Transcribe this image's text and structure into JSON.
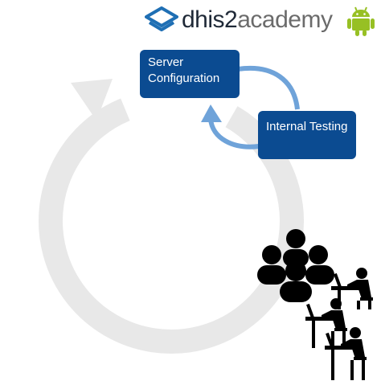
{
  "logo": {
    "brand_part1": "dhis2",
    "brand_part2": "academy"
  },
  "boxes": {
    "server_configuration": "Server Configuration",
    "internal_testing": "Internal Testing"
  },
  "colors": {
    "box_fill": "#0b4b91",
    "arrow_small": "#6fa3d9",
    "cycle_ring": "#e8e8e8",
    "android_green": "#97c024",
    "logo_blue": "#1f6fb4"
  },
  "icons": [
    "dhis2-logo-icon",
    "android-icon",
    "cycle-arrow-icon",
    "user-group-icon",
    "person-at-desk-icon"
  ]
}
